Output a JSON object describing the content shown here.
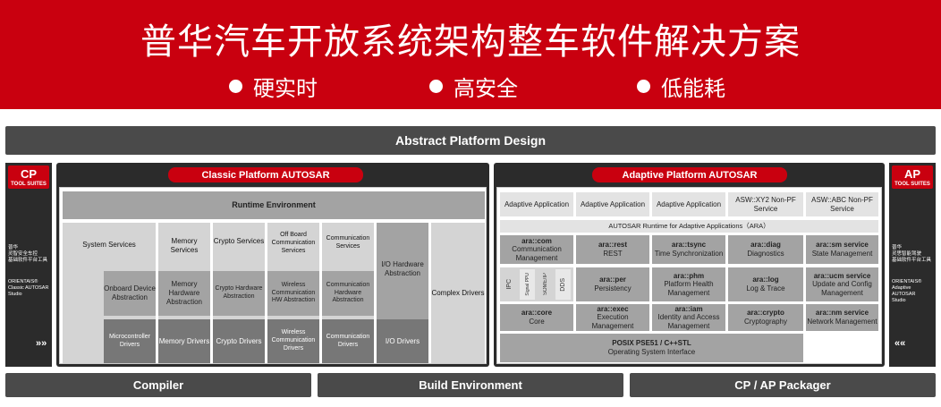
{
  "banner": {
    "title": "普华汽车开放系统架构整车软件解决方案",
    "bullets": [
      "硬实时",
      "高安全",
      "低能耗"
    ]
  },
  "top_bar": "Abstract Platform Design",
  "left_suite": {
    "title": "CP",
    "subtitle": "TOOL SUITES",
    "text1": [
      "普华",
      "灵智安全车控",
      "基础软件平台工具"
    ],
    "text2": [
      "ORIENTAIS®",
      "Classic AUTOSAR",
      "Studio"
    ],
    "chevron": "»»"
  },
  "right_suite": {
    "title": "AP",
    "subtitle": "TOOL SUITES",
    "text1": [
      "普华",
      "灵思智能驾驶",
      "基础软件平台工具"
    ],
    "text2": [
      "ORIENTAIS®",
      "Adaptive AUTOSAR",
      "Studio"
    ],
    "chevron": "««"
  },
  "classic": {
    "title": "Classic Platform AUTOSAR",
    "runtime": "Runtime Environment",
    "system_services": "System Services",
    "memory_services": "Memory Services",
    "crypto_services": "Crypto Services",
    "offboard_comm_services": "Off Board Communication Services",
    "comm_services": "Communication Services",
    "io_hw_abstraction": "I/O Hardware Abstraction",
    "complex_drivers": "Complex Drivers",
    "onboard_device_abstraction": "Onboard Device Abstraction",
    "memory_hw_abstraction": "Memory Hardware Abstraction",
    "crypto_hw_abstraction": "Crypto Hardware Abstraction",
    "wireless_comm_hw_abstraction": "Wireless Communication HW Abstraction",
    "comm_hw_abstraction": "Communication Hardware Abstraction",
    "microcontroller_drivers": "Microcontroller Drivers",
    "memory_drivers": "Memory Drivers",
    "crypto_drivers": "Crypto Drivers",
    "wireless_comm_drivers": "Wireless Communication Drivers",
    "comm_drivers": "Communication Drivers",
    "io_drivers": "I/O Drivers"
  },
  "adaptive": {
    "title": "Adaptive Platform AUTOSAR",
    "apps": [
      "Adaptive Application",
      "Adaptive Application",
      "Adaptive Application",
      "ASW::XY2 Non-PF Service",
      "ASW::ABC Non-PF Service"
    ],
    "runtime": "AUTOSAR Runtime for Adaptive Applications（ARA）",
    "ara_com": {
      "name": "ara::com",
      "desc": "Communication Management"
    },
    "ara_rest": {
      "name": "ara::rest",
      "desc": "REST"
    },
    "ara_tsync": {
      "name": "ara::tsync",
      "desc": "Time Synchronization"
    },
    "ara_diag": {
      "name": "ara::diag",
      "desc": "Diagnostics"
    },
    "ara_sm": {
      "name": "ara::sm service",
      "desc": "State Management"
    },
    "protocols": [
      "IPC",
      "Signal PPU",
      "SOME/IP",
      "DDS"
    ],
    "ara_per": {
      "name": "ara::per",
      "desc": "Persistency"
    },
    "ara_phm": {
      "name": "ara::phm",
      "desc": "Platform Health Management"
    },
    "ara_log": {
      "name": "ara::log",
      "desc": "Log & Trace"
    },
    "ara_ucm": {
      "name": "ara::ucm service",
      "desc": "Update and Config Management"
    },
    "ara_core": {
      "name": "ara::core",
      "desc": "Core"
    },
    "ara_exec": {
      "name": "ara::exec",
      "desc": "Execution Management"
    },
    "ara_iam": {
      "name": "ara::iam",
      "desc": "Identity and Access Management"
    },
    "ara_crypto": {
      "name": "ara::crypto",
      "desc": "Cryptography"
    },
    "ara_nm": {
      "name": "ara::nm service",
      "desc": "Network Management"
    },
    "posix": {
      "name": "POSIX PSE51 / C++STL",
      "desc": "Operating System Interface"
    }
  },
  "bottom": [
    "Compiler",
    "Build Environment",
    "CP / AP Packager"
  ]
}
